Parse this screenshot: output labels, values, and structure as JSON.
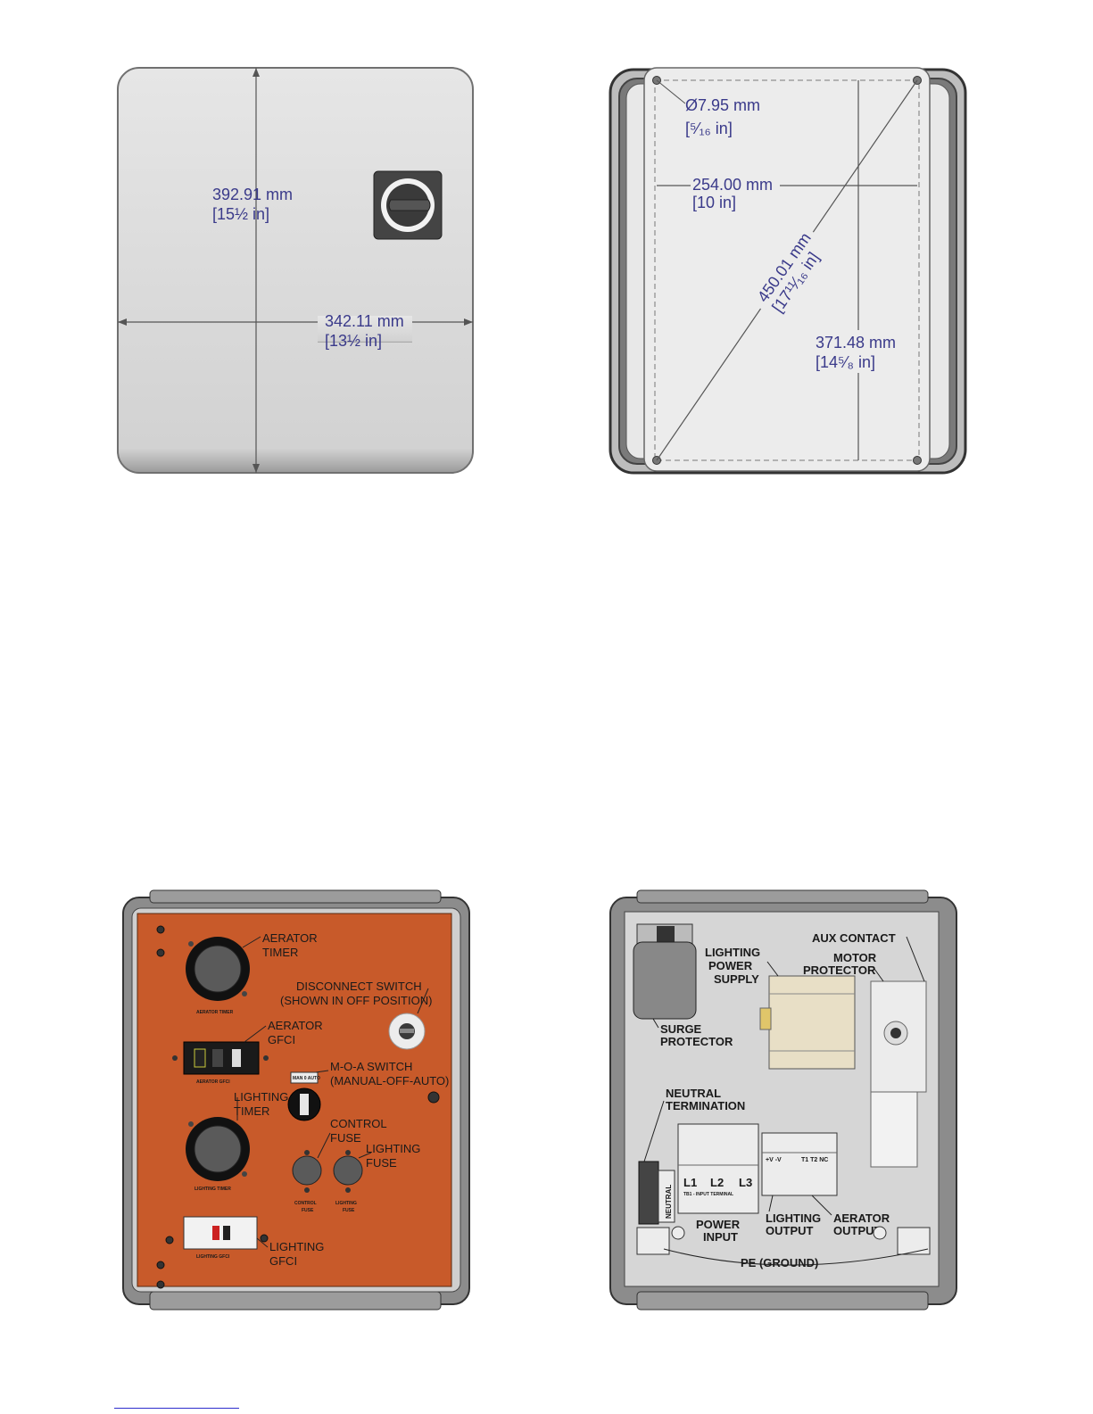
{
  "front_view": {
    "height_mm": "392.91 mm",
    "height_in": "[15½ in]",
    "width_mm": "342.11 mm",
    "width_in": "[13½ in]"
  },
  "back_view": {
    "hole_mm": "Ø7.95 mm",
    "hole_in": "[⁵⁄₁₆ in]",
    "width_mm": "254.00 mm",
    "width_in": "[10 in]",
    "diag_mm": "450.01 mm",
    "diag_in": "[17¹¹⁄₁₆ in]",
    "height_mm": "371.48 mm",
    "height_in": "[14⁵⁄₈ in]"
  },
  "panel_view": {
    "aerator_timer": [
      "AERATOR",
      "TIMER"
    ],
    "aerator_timer_small": "AERATOR TIMER",
    "disconnect": [
      "DISCONNECT SWITCH",
      "(SHOWN IN OFF POSITION)"
    ],
    "aerator_gfci": [
      "AERATOR",
      "GFCI"
    ],
    "aerator_gfci_small": "AERATOR GFCI",
    "moa": [
      "M-O-A SWITCH",
      "(MANUAL-OFF-AUTO)"
    ],
    "moa_small": "MAN 0 AUTO",
    "lighting_timer": [
      "LIGHTING",
      "TIMER"
    ],
    "lighting_timer_small": "LIGHTING TIMER",
    "control_fuse": [
      "CONTROL",
      "FUSE"
    ],
    "lighting_fuse": [
      "LIGHTING",
      "FUSE"
    ],
    "control_fuse_small": [
      "CONTROL",
      "FUSE"
    ],
    "lighting_fuse_small": [
      "LIGHTING",
      "FUSE"
    ],
    "lighting_gfci": [
      "LIGHTING",
      "GFCI"
    ],
    "lighting_gfci_small": "LIGHTING GFCI"
  },
  "interior_view": {
    "lighting_power_supply": [
      "LIGHTING",
      "POWER",
      "SUPPLY"
    ],
    "aux_contact": "AUX CONTACT",
    "motor_protector": [
      "MOTOR",
      "PROTECTOR"
    ],
    "surge_protector": [
      "SURGE",
      "PROTECTOR"
    ],
    "neutral_termination": [
      "NEUTRAL",
      "TERMINATION"
    ],
    "neutral": "NEUTRAL",
    "l1": "L1",
    "l2": "L2",
    "l3": "L3",
    "tb1": "TB1 - INPUT TERMINAL",
    "lighting_terms": "+V -V",
    "aerator_terms": "T1 T2 NC",
    "power_input": [
      "POWER",
      "INPUT"
    ],
    "lighting_output": [
      "LIGHTING",
      "OUTPUT"
    ],
    "aerator_output": [
      "AERATOR",
      "OUTPUT"
    ],
    "pe_ground": "PE (GROUND)"
  },
  "colors": {
    "dimension_text": "#3a3a8a",
    "copper_panel": "#c85a2a",
    "enclosure_gray": "#d4d4d4"
  }
}
